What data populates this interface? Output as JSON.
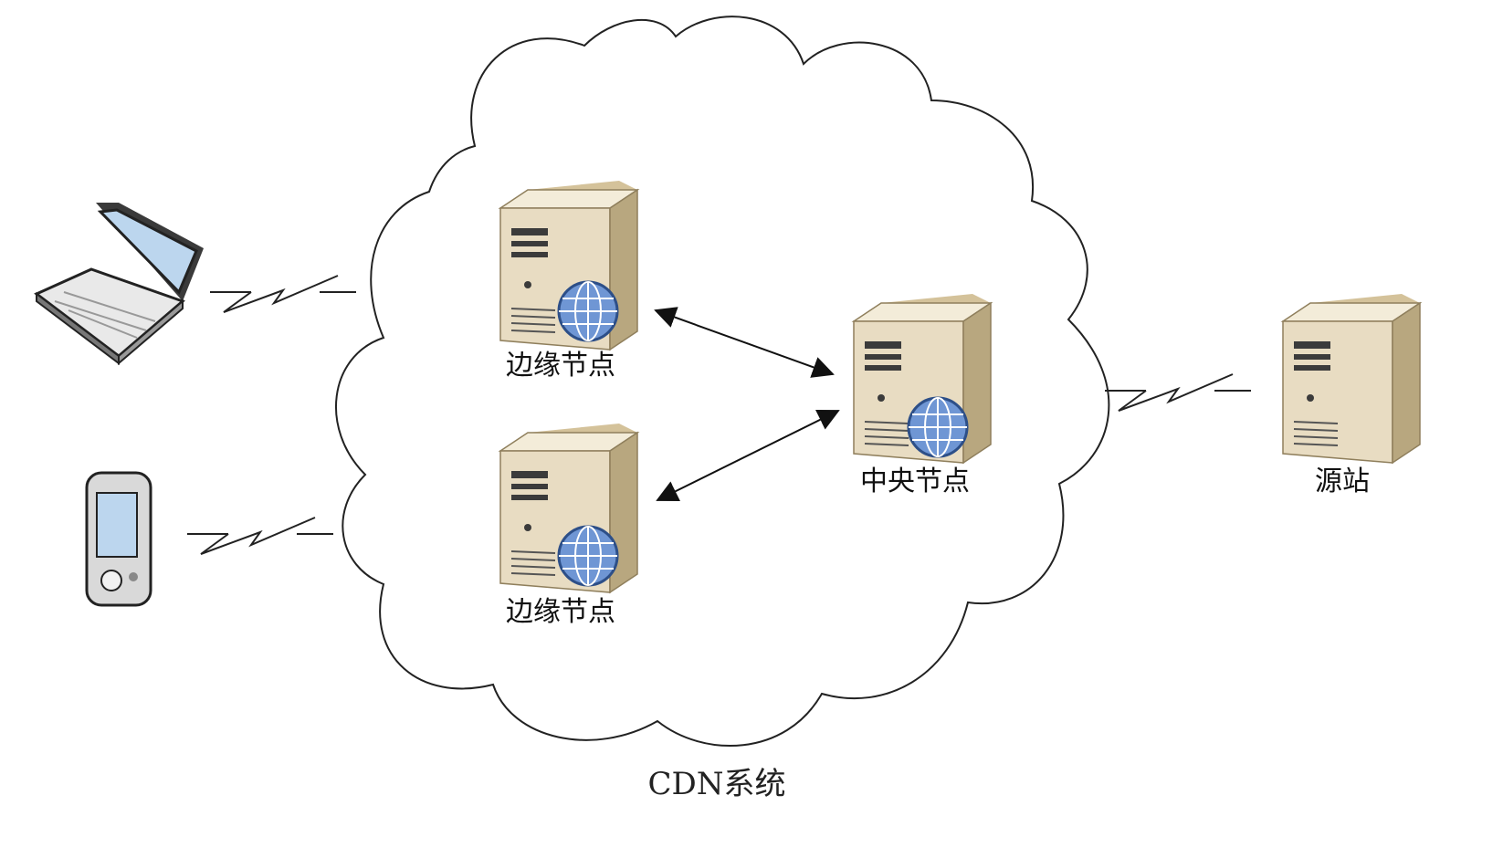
{
  "diagram": {
    "caption": "CDN系统",
    "nodes": {
      "edge_node_top": "边缘节点",
      "edge_node_bottom": "边缘节点",
      "central_node": "中央节点",
      "origin_server": "源站"
    }
  },
  "colors": {
    "server_front": "#e8dcc2",
    "server_side": "#b8a77f",
    "server_top": "#f3ecd9",
    "globe": "#5b86c9",
    "line": "#222222"
  }
}
